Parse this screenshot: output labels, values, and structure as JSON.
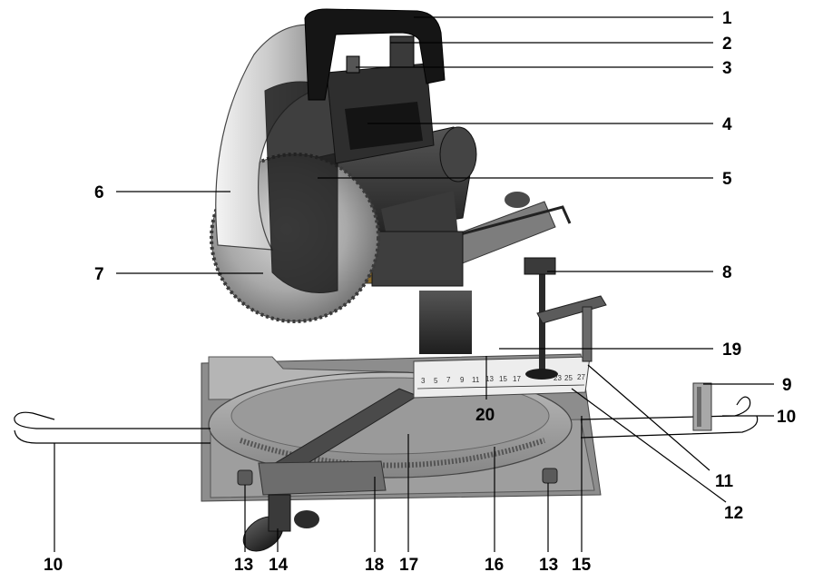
{
  "callouts": {
    "c1": "1",
    "c2": "2",
    "c3": "3",
    "c4": "4",
    "c5": "5",
    "c6": "6",
    "c7": "7",
    "c8": "8",
    "c9": "9",
    "c10_right": "10",
    "c10_left": "10",
    "c11": "11",
    "c12": "12",
    "c13_left": "13",
    "c13_right": "13",
    "c14": "14",
    "c15": "15",
    "c16": "16",
    "c17": "17",
    "c18": "18",
    "c19": "19",
    "c20": "20"
  },
  "miter_scale": {
    "ticks_left": "3",
    "t5": "5",
    "t7": "7",
    "t9": "9",
    "t11": "11",
    "t13": "13",
    "t15": "15",
    "t17": "17",
    "t23": "23",
    "t25": "25",
    "t27": "27"
  }
}
